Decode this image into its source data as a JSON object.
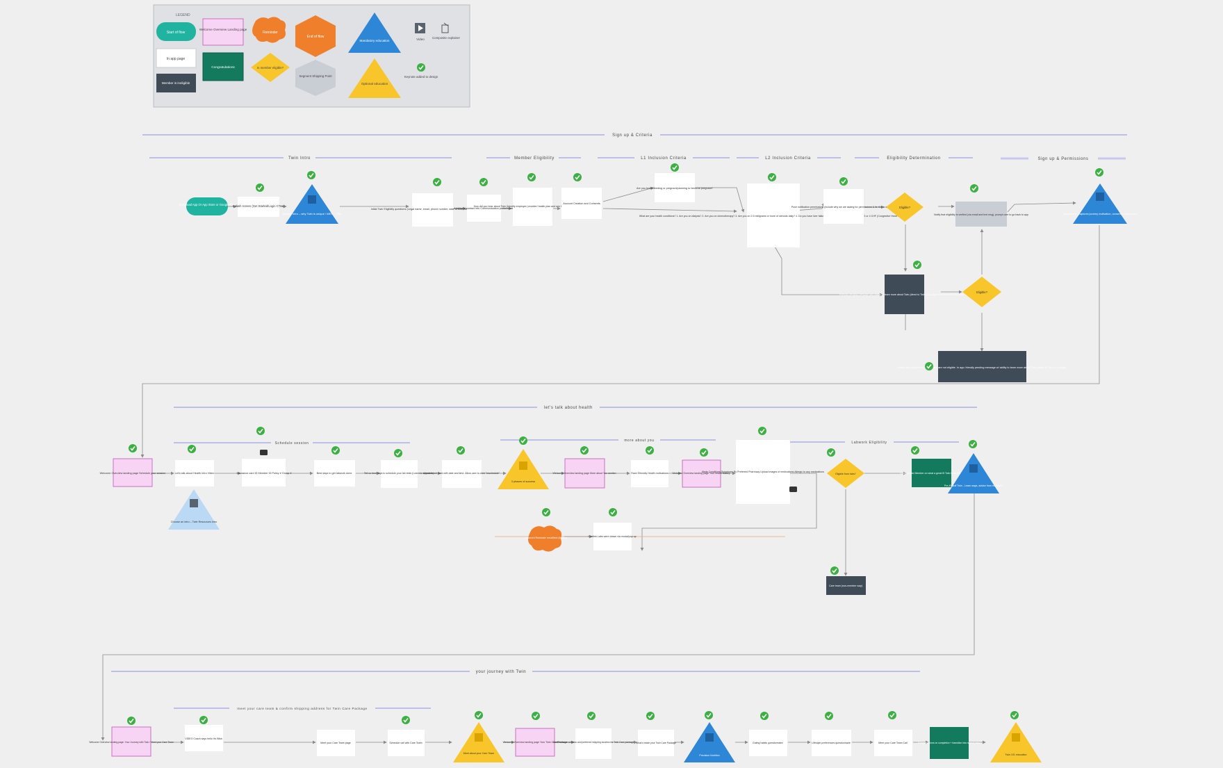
{
  "legend": {
    "title": "LEGEND",
    "items": {
      "start_of_flow": "Start of flow",
      "welcome_overview": "Welcome Overview Landing page",
      "reminder": "Reminder",
      "end_of_flow": "End of flow",
      "mandatory_education": "Mandatory education",
      "video": "Video",
      "composite_explainer": "Composite explainer",
      "in_app_page": "In app page",
      "congratulations": "Congratulations",
      "is_member_eligible": "Is member eligible?",
      "segment_shipping": "Segment Shipping Point",
      "optional_education": "Optional education",
      "keynote": "Keynote added to design",
      "member_ineligible": "Member is ineligible"
    }
  },
  "sections": {
    "signup": "Sign up & Criteria",
    "twin_intro": "Twin Intro",
    "member_eligibility": "Member Eligibility",
    "l1": "L1 Inclusion Criteria",
    "l2": "L2 Inclusion Criteria",
    "eligibility_det": "Eligibility Determination",
    "signup_perm": "Sign up & Permissions",
    "health": "let's talk about health",
    "schedule": "Schedule session",
    "more_about_you": "more about you",
    "labwork": "Labwork Eligibility",
    "journey": "your journey with Twin",
    "meet_team": "meet your care team & confirm shipping address for Twin Care Package"
  },
  "row1": {
    "download": "Download App Or App Store or Google Play",
    "splash": "Splash screen (Get Started/Login CTAs)",
    "what_is_twin": "Sample intro – why Twin is unique / WEF + TBD",
    "eligibility_q": "Initial Twin Eligibility questions (Legal name, email, phone number, date of birth, city, state, biological sex)",
    "contact_info": "Additional contact info Communication preferences",
    "hear_about": "How did you hear about Twin (Identify employer/ provider/ health plan and see if matches with our system)",
    "account": "Account Creation and Consents",
    "pregnant": "Are you breastfeeding or pregnant/planning to become pregnant?",
    "health_cond": "What are your health conditions? 1. Are you on dialysis? 2. Are you on chemotherapy? 3. Are you on 2.5 milligrams or more of steroids daily? 4. Do you have liver failure or cirrhosis? 5. Do you have class 3 or 4 CHF (Congestive Heart Failure)?",
    "push": "Push notification permissions (include why we are asking for permissions & tie this to eligibility)",
    "eligible_1": "Eligible?",
    "notify_eligible": "Notify that eligibility is verified (via email and text msg), prompt user to go back to app",
    "sponsored": "Sponsored - captures journey motivation, consents segmented",
    "pending": "Friendly pending message with ability to learn more about Twin (direct to Twin 101 page) Manual verification required",
    "eligible_2": "Eligible?",
    "not_eligible": "Notify user via text/email that they are not eligible. In app: friendly pending message w/ ability to learn more about Twin (direct to Twin 101 page)"
  },
  "row2": {
    "welcome_schedule": "Welcome Overview landing page Schedule your session",
    "health_intro": "Let's talk about Health Intro Video",
    "choose_intro": "Choose an intro – Twin Resources intro",
    "insurance": "Insurance card ID Member ID Policy # Group #",
    "best_days": "Best days to get labwork done",
    "tell_us": "Tell us best days to schedule your lab tests (Learn to schedule)",
    "appointment": "Appointment card with date and time. Allow user to click \"reschedule\"",
    "phases": "3 phases of success",
    "welcome_more": "Welcome Overview landing page More about You section",
    "race": "Race Ethnicity Health motivations",
    "welcome_history": "Welcome Overview landing page Your health history",
    "meds": "Meds Conditions Symptoms Rx Preferred Pharmacy Upload images of medications Allergic to any medications",
    "reminder_labs": "Labwork Reminder email/text (before)",
    "confirm_lab": "Confirm Labs were drawn via modal/pop up",
    "eligible_labs": "Eligible from labs?",
    "congrats": "Congratulate Member on what a great fit Twin is for them",
    "precision": "Pre-Kickoff Twin - Learn ways, advise from treatment",
    "care_team": "Care team (non-member way)"
  },
  "row3": {
    "welcome_journey": "Welcome Overview landing page: Your Journey with Twin / Meet your Care Team",
    "video": "VIDEO Coach says hello It's Bliss",
    "meet_page": "Meet your Care Team page",
    "schedule_call": "Schedule call with Care Team",
    "meet_about": "Meet about your Care Team",
    "welcome_package": "Welcome Overview landing page Your Twin Care Package",
    "confirm_home": "Confirm home address and preferred shipping location for Twin Care package",
    "whats_inside": "What's inside your Twin Care Package",
    "precision_nutrition": "Precision Nutrition",
    "eating": "Eating habits questionnaire",
    "lifestyle": "Lifestyle preferences questionnaire",
    "meet_call": "Meet your Care Team Call",
    "congrats_final": "Congratulations on completion + transition into normal setup",
    "twin_101": "Twin 101 education"
  }
}
